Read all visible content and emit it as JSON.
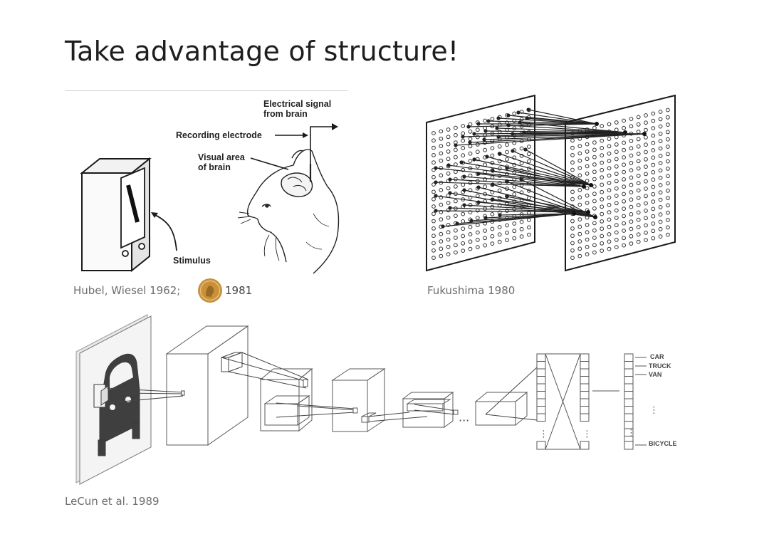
{
  "slide": {
    "title": "Take advantage of structure!"
  },
  "hubel": {
    "caption": "Hubel, Wiesel 1962;",
    "award_year": "1981",
    "labels": {
      "signal_line1": "Electrical signal",
      "signal_line2": "from brain",
      "electrode": "Recording electrode",
      "visual_line1": "Visual area",
      "visual_line2": "of brain",
      "stimulus": "Stimulus"
    }
  },
  "fukushima": {
    "caption": "Fukushima 1980"
  },
  "lecun": {
    "caption": "LeCun et al. 1989",
    "outputs": [
      "CAR",
      "TRUCK",
      "VAN",
      "BICYCLE"
    ]
  },
  "icons": {
    "medal": "nobel-medal-icon"
  },
  "colors": {
    "title": "#1e1e1e",
    "caption": "#6d6d6d",
    "medal": "#c8913a",
    "line": "#333333"
  }
}
